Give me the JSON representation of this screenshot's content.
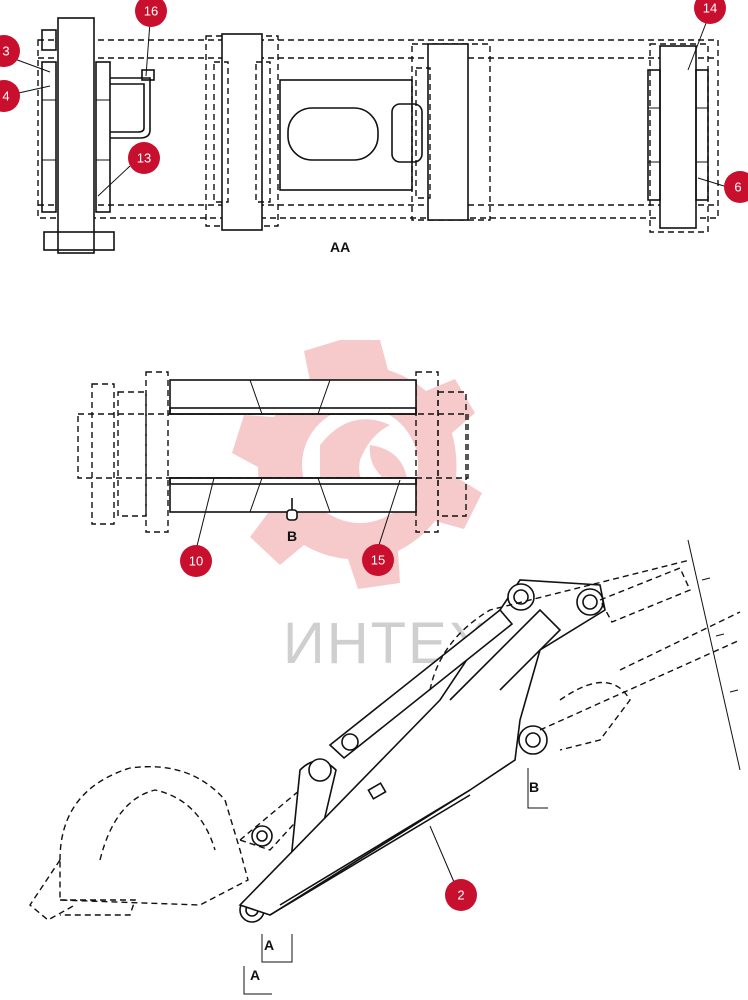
{
  "view_labels": {
    "top_view": "AA",
    "middle_view": "B",
    "arrow_b": "B",
    "arrow_a1": "A",
    "arrow_a2": "A"
  },
  "callouts": {
    "c16": "16",
    "c14": "14",
    "c3": "3",
    "c4": "4",
    "c13": "13",
    "c6": "6",
    "c10": "10",
    "c15": "15",
    "c2": "2"
  },
  "watermark": {
    "text": "ИНТЕХ",
    "icon": "gear-logo-icon"
  },
  "colors": {
    "callout": "#c8102e",
    "line": "#111111",
    "watermark_logo": "#f3b8b8"
  }
}
